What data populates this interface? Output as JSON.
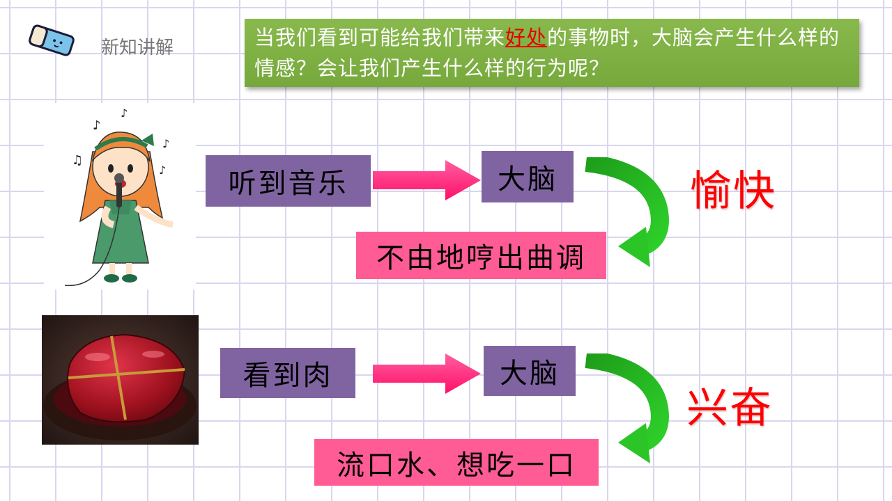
{
  "header": {
    "title": "新知讲解",
    "icon": "eraser-icon"
  },
  "question": {
    "part1": "当我们看到可能给我们带来",
    "highlight": "好处",
    "part2": "的事物时，大脑会产生什么样的情感？会让我们产生什么样的行为呢？"
  },
  "rows": [
    {
      "image": "singing-girl-illustration",
      "stimulus": "听到音乐",
      "brain": "大脑",
      "emotion": "愉快",
      "behavior": "不由地哼出曲调"
    },
    {
      "image": "braised-pork-photo",
      "stimulus": "看到肉",
      "brain": "大脑",
      "emotion": "兴奋",
      "behavior": "流口水、想吃一口"
    }
  ],
  "colors": {
    "question_bg": "#7aac40",
    "highlight": "#e60000",
    "stimulus_box": "#8064a2",
    "behavior_box": "#ff5b95",
    "arrow_pink": "#ff1f78",
    "arrow_green": "#22b11e",
    "emotion_text": "#ff0000"
  }
}
